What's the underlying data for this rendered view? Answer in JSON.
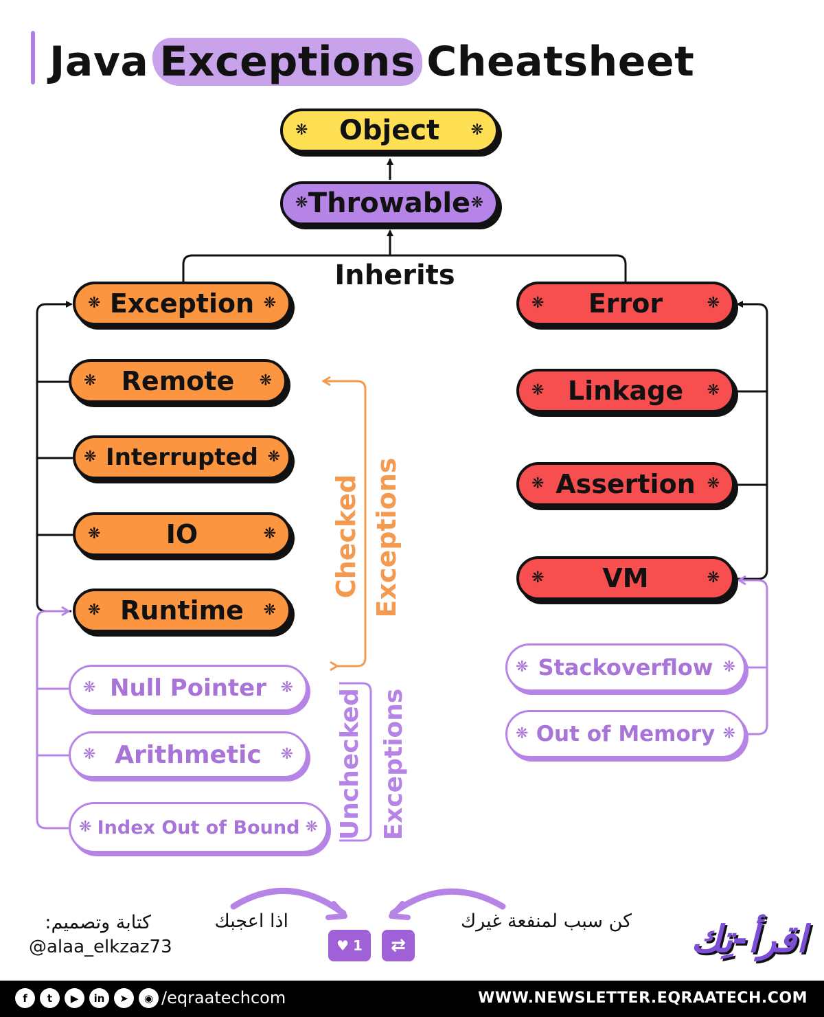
{
  "title": {
    "before": "Java",
    "highlight": "Exceptions",
    "after": "Cheatsheet"
  },
  "star": "❋",
  "nodes": {
    "object": "Object",
    "throwable": "Throwable",
    "exception": "Exception",
    "error": "Error",
    "remote": "Remote",
    "interrupted": "Interrupted",
    "io": "IO",
    "runtime": "Runtime",
    "linkage": "Linkage",
    "assertion": "Assertion",
    "vm": "VM",
    "null_pointer": "Null Pointer",
    "arithmetic": "Arithmetic",
    "index_out_of_bound": "Index Out of Bound",
    "stackoverflow": "Stackoverflow",
    "out_of_memory": "Out of Memory"
  },
  "inherits_label": "Inherits",
  "checked": {
    "word1": "Checked",
    "word2": "Exceptions"
  },
  "unchecked": {
    "word1": "Unchecked",
    "word2": "Exceptions"
  },
  "footer_callouts": {
    "author_label": "كتابة وتصميم:",
    "author_handle": "@alaa_elkzaz73",
    "like_prompt": "اذا اعجبك",
    "share_prompt": "كن سبب لمنفعة غيرك",
    "like_count": "1",
    "logo_text": "اقرأ-تِك"
  },
  "footer": {
    "social_icons": [
      "facebook-icon",
      "twitter-icon",
      "youtube-icon",
      "linkedin-icon",
      "telegram-icon",
      "github-icon"
    ],
    "handle": "/eqraatechcom",
    "url": "WWW.NEWSLETTER.EQRAATECH.COM"
  },
  "colors": {
    "yellow": "#ffe055",
    "purple": "#b584e6",
    "orange": "#fb9540",
    "red": "#f74f4f",
    "checked_line": "#f39a4f",
    "unchecked_line": "#b584e6"
  }
}
